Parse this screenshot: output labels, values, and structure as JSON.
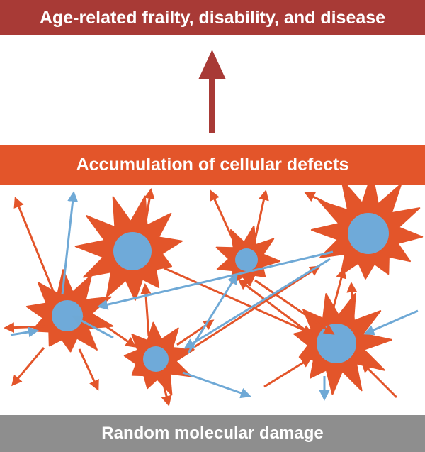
{
  "top_label": "Age-related frailty, disability, and disease",
  "middle_label": "Accumulation of cellular defects",
  "bottom_label": "Random molecular damage",
  "colors": {
    "top_bar": "#a83a36",
    "middle_bar": "#e3552a",
    "bottom_bar": "#8e8e8e",
    "big_arrow": "#a83a36",
    "cell_body": "#e3552a",
    "cell_nucleus": "#6faad9",
    "defect_arrow": "#e3552a",
    "damage_arrow": "#6fa9d6"
  },
  "cells": [
    {
      "id": "cell-large-top-left",
      "nucleus": "blue"
    },
    {
      "id": "cell-small-top-center",
      "nucleus": "blue"
    },
    {
      "id": "cell-large-top-right",
      "nucleus": "blue"
    },
    {
      "id": "cell-left",
      "nucleus": "blue"
    },
    {
      "id": "cell-small-bottom-center",
      "nucleus": "blue"
    },
    {
      "id": "cell-right",
      "nucleus": "blue"
    }
  ],
  "arrow_types": [
    "cellular-defect",
    "molecular-damage"
  ]
}
